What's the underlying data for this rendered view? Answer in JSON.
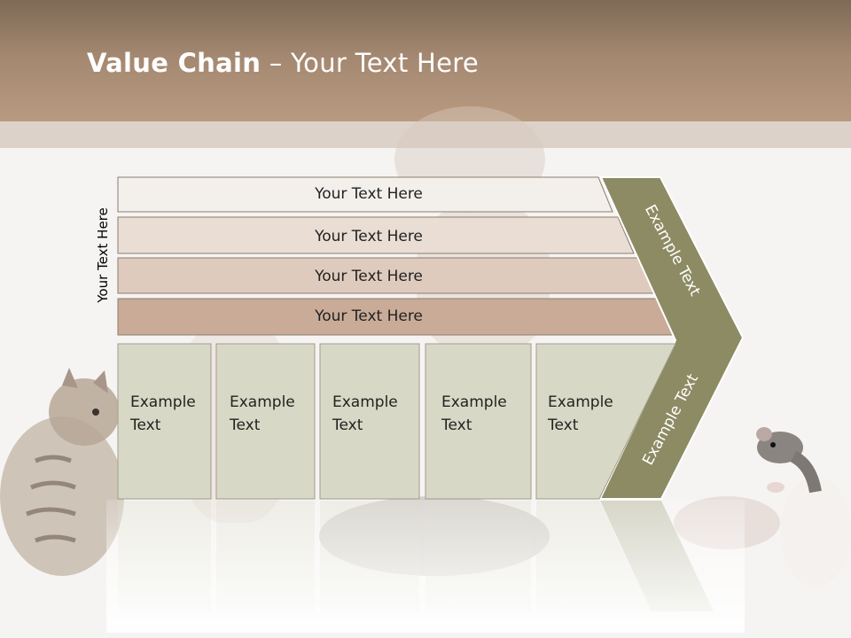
{
  "slide": {
    "title_bold": "Value Chain",
    "title_rest": " – Your Text Here"
  },
  "side_label": "Your Text Here",
  "bars": [
    {
      "label": "Your Text Here",
      "fill": "#f3efeb"
    },
    {
      "label": "Your Text Here",
      "fill": "#e9ddd4"
    },
    {
      "label": "Your Text Here",
      "fill": "#dfcbbd"
    },
    {
      "label": "Your Text Here",
      "fill": "#c9ab97"
    }
  ],
  "cells": [
    {
      "line1": "Example",
      "line2": "Text"
    },
    {
      "line1": "Example",
      "line2": "Text"
    },
    {
      "line1": "Example",
      "line2": "Text"
    },
    {
      "line1": "Example",
      "line2": "Text"
    },
    {
      "line1": "Example",
      "line2": "Text"
    }
  ],
  "chevron_top_label": "Example Text",
  "chevron_bottom_label": "Example Text",
  "colors": {
    "header": "#a38770",
    "chevron": "#8c8b63",
    "cell_fill": "#d8d8c6",
    "outline": "#8b7e70"
  }
}
